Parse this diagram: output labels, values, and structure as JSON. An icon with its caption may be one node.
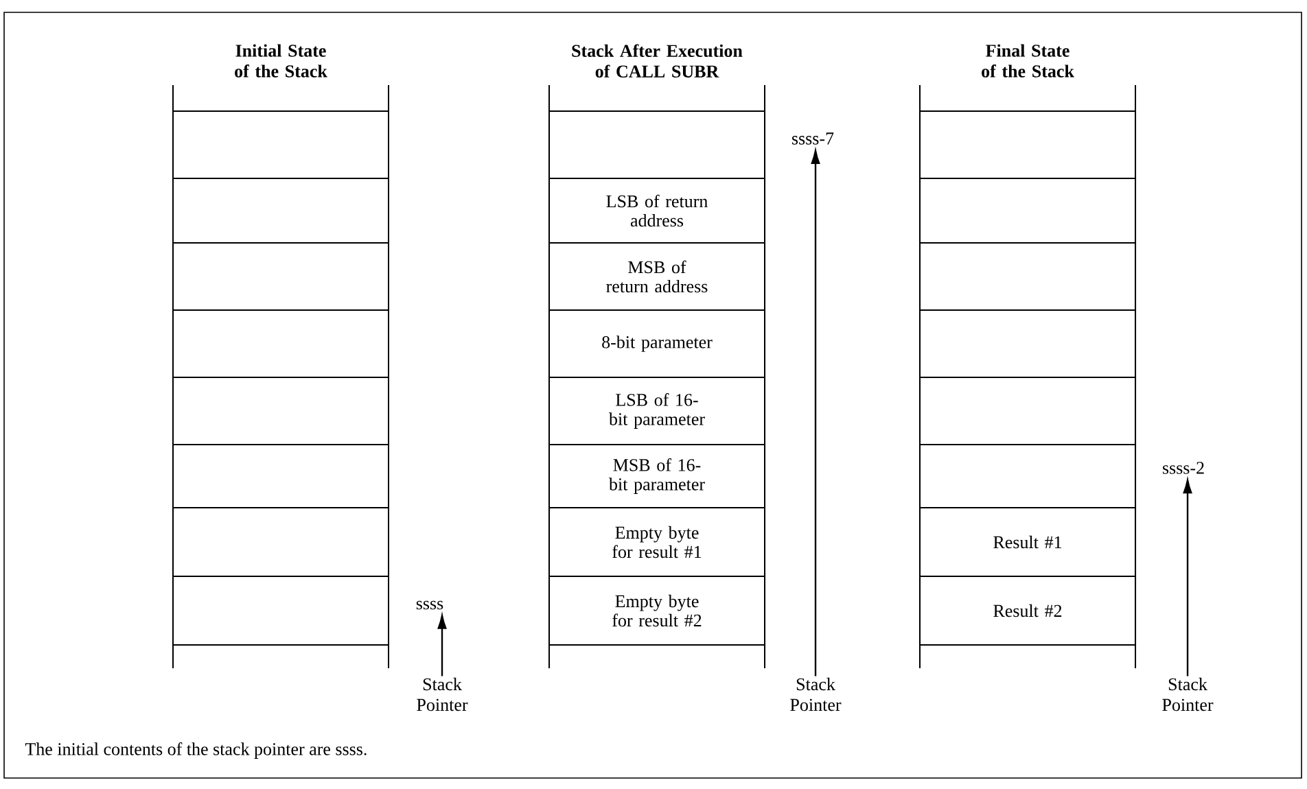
{
  "diagram": {
    "caption": "The initial contents of the stack pointer are ssss.",
    "nodes": [
      {
        "text": [
          "Initial State of the Stack"
        ]
      },
      {
        "text": [],
        "shape": "box",
        "in": 0
      },
      {
        "text": [],
        "shape": "box",
        "in": 0
      },
      {
        "text": [],
        "shape": "box",
        "in": 0
      },
      {
        "text": [],
        "shape": "box",
        "in": 0
      },
      {
        "text": [],
        "shape": "box",
        "in": 0
      },
      {
        "text": [],
        "shape": "box",
        "in": 0
      },
      {
        "text": [],
        "shape": "box",
        "in": 0
      },
      {
        "text": [],
        "shape": "box",
        "in": 0
      },
      {
        "text": [
          "Stack After Execution of CALL SUBR"
        ]
      },
      {
        "text": [],
        "shape": "box",
        "in": 9
      },
      {
        "text": [
          "LSB of return address"
        ],
        "in": 9
      },
      {
        "text": [
          "MSB of return address"
        ],
        "in": 9
      },
      {
        "text": [
          "8-bit parameter"
        ],
        "in": 9
      },
      {
        "text": [
          "LSB of 16-bit parameter"
        ],
        "in": 9
      },
      {
        "text": [
          "MSB of 16-bit parameter"
        ],
        "in": 9
      },
      {
        "text": [
          "Empty byte for result #1"
        ],
        "in": 9
      },
      {
        "text": [
          "Empty byte for result #2"
        ],
        "in": 9
      },
      {
        "text": [
          "Final State of the Stack"
        ]
      },
      {
        "text": [],
        "shape": "box",
        "in": 18
      },
      {
        "text": [],
        "shape": "box",
        "in": 18
      },
      {
        "text": [],
        "shape": "box",
        "in": 18
      },
      {
        "text": [],
        "shape": "box",
        "in": 18
      },
      {
        "text": [],
        "shape": "box",
        "in": 18
      },
      {
        "text": [],
        "shape": "box",
        "in": 18
      },
      {
        "text": [
          "Result #1"
        ],
        "in": 18
      },
      {
        "text": [
          "Result #2"
        ],
        "in": 18
      },
      {
        "text": [
          "ssss"
        ]
      },
      {
        "text": [
          "Stack Pointer"
        ]
      },
      {
        "text": [
          "ssss-7"
        ]
      },
      {
        "text": [
          "Stack Pointer"
        ]
      },
      {
        "text": [
          "ssss-2"
        ]
      },
      {
        "text": [
          "Stack Pointer"
        ]
      }
    ],
    "edges": [
      {
        "from": 28,
        "to": 27,
        "arrow": "to"
      },
      {
        "from": 30,
        "to": 29,
        "arrow": "to"
      },
      {
        "from": 32,
        "to": 31,
        "arrow": "to"
      }
    ]
  }
}
